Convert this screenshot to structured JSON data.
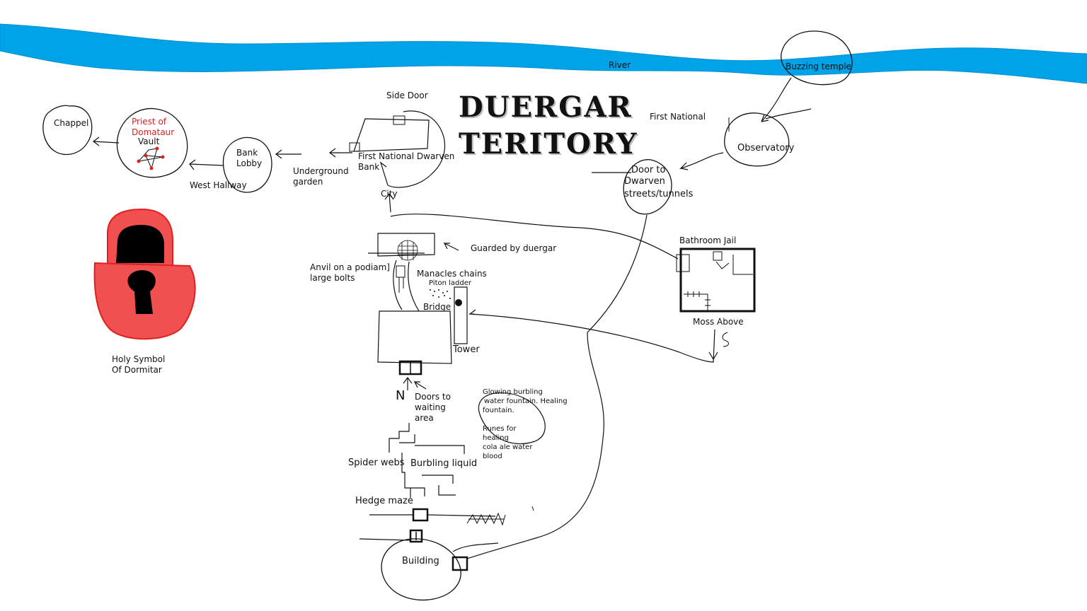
{
  "title": {
    "line1": "DUERGAR",
    "line2": "TERITORY"
  },
  "colors": {
    "river": "#00a2e8",
    "symbol_fill": "#f05050",
    "symbol_stroke": "#e02020",
    "symbol_dark": "#000000",
    "priest_text": "#e02020",
    "ink": "#111111"
  },
  "labels": {
    "river": "River",
    "buzzing_temple": "Buzzing temple",
    "first_national_top": "First National",
    "observatory": "Observatory",
    "door_to": "Door to",
    "dwarven": "Dwarven",
    "streets_tunnels": "streets/tunnels",
    "side_door": "Side Door",
    "first_national_dwarven": "First National Dwarven",
    "bank": "Bank",
    "city": "City",
    "chappel": "Chappel",
    "priest_of": "Priest of",
    "domataur": "Domataur",
    "vault": "Vault",
    "bank_line1": "Bank",
    "bank_line2": "Lobby",
    "underground": "Underground",
    "garden": "garden",
    "west_hallway": "West Hallway",
    "guarded_by_duergar": "Guarded by duergar",
    "anvil_line1": "Anvil on a podiam]",
    "anvil_line2": "large bolts",
    "manacles_chains": "Manacles chains",
    "piton_ladder": "Piton ladder",
    "bridge": "Bridge",
    "tower": "Tower",
    "bathroom_jail": "Bathroom Jail",
    "moss_above": "Moss Above",
    "holy_symbol_line1": "Holy Symbol",
    "holy_symbol_line2": "Of Dormitar",
    "north": "N",
    "doors_line1": "Doors to",
    "doors_line2": "waiting",
    "doors_line3": "area",
    "fountain_line1": "Glowing burbling",
    "fountain_line2": "water fountain. Healing",
    "fountain_line3": "fountain.",
    "runes_line1": "Runes for",
    "runes_line2": "healing",
    "runes_line3": "cola ale water",
    "runes_line4": "blood",
    "spider_webs": "Spider webs",
    "burbling_liquid": "Burbling liquid",
    "hedge_maze": "Hedge maze",
    "building": "Building"
  }
}
